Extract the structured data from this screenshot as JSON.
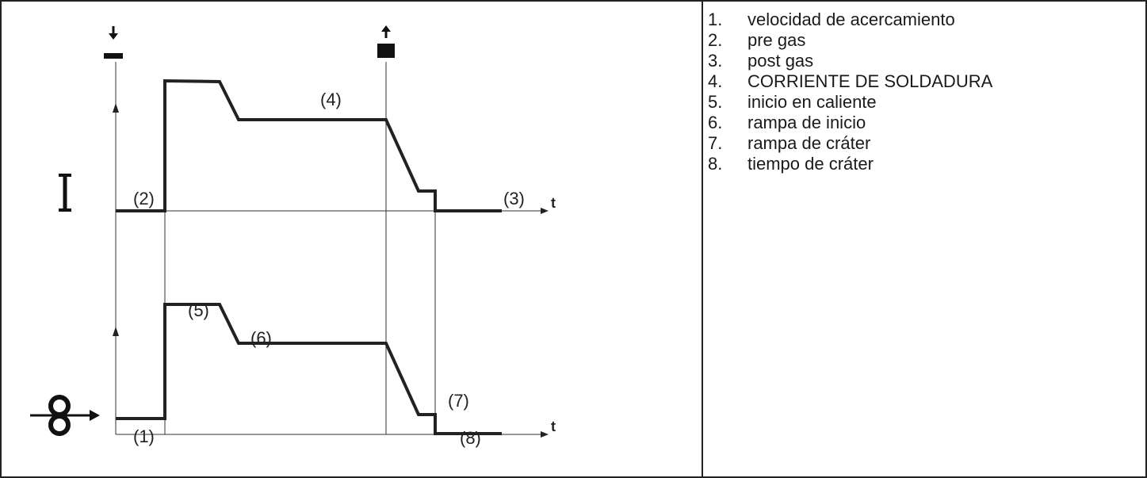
{
  "diagram": {
    "labels": {
      "l1": "(1)",
      "l2": "(2)",
      "l3": "(3)",
      "l4": "(4)",
      "l5": "(5)",
      "l6": "(6)",
      "l7": "(7)",
      "l8": "(8)"
    },
    "axis_time_label": "t",
    "current_symbol": "I",
    "icons": [
      "torch-trigger-press-icon",
      "torch-trigger-release-icon",
      "wire-feed-rollers-icon"
    ]
  },
  "legend": {
    "items": [
      {
        "num": "1.",
        "text": "velocidad de acercamiento"
      },
      {
        "num": "2.",
        "text": "pre gas"
      },
      {
        "num": "3.",
        "text": "post gas"
      },
      {
        "num": "4.",
        "text": "CORRIENTE DE SOLDADURA"
      },
      {
        "num": "5.",
        "text": "inicio en caliente"
      },
      {
        "num": "6.",
        "text": "rampa de inicio"
      },
      {
        "num": "7.",
        "text": "rampa de cráter"
      },
      {
        "num": "8.",
        "text": "tiempo de cráter"
      }
    ]
  }
}
